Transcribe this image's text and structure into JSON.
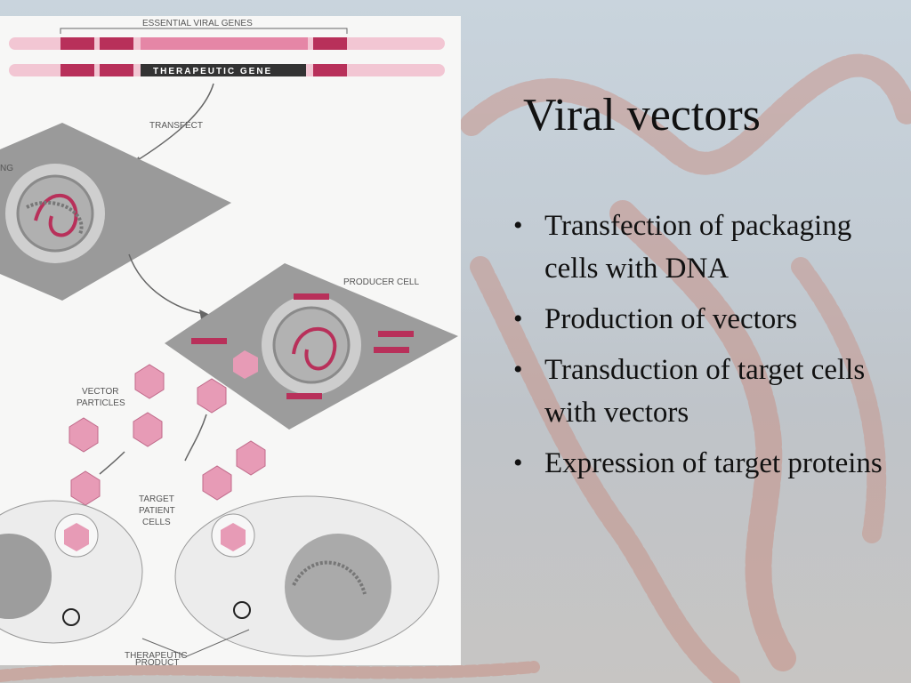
{
  "slide": {
    "title": "Viral vectors",
    "bullets": [
      "Transfection of packaging cells with DNA",
      "Production of vectors",
      "Transduction of target cells with vectors",
      "Expression of target proteins"
    ]
  },
  "figure": {
    "labels": {
      "essential_genes": "ESSENTIAL VIRAL GENES",
      "therapeutic_gene": "THERAPEUTIC GENE",
      "transfect": "TRANSFECT",
      "packaging_fragment": "NG",
      "producer_cell": "PRODUCER CELL",
      "vector_particles_1": "VECTOR",
      "vector_particles_2": "PARTICLES",
      "target_1": "TARGET",
      "target_2": "PATIENT",
      "target_3": "CELLS",
      "product_1": "THERAPEUTIC",
      "product_2": "PRODUCT"
    }
  },
  "colors": {
    "accent_pink": "#b8305a",
    "vector_pink": "#e79bb6",
    "cell_gray": "#8f8f8f"
  }
}
